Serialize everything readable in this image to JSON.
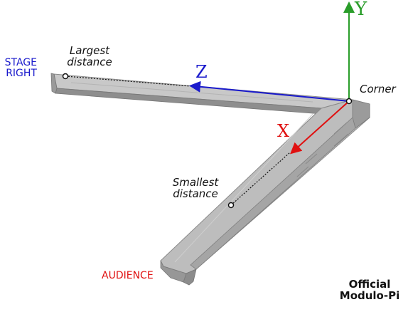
{
  "labels": {
    "axis_y": "Y",
    "axis_z": "Z",
    "axis_x": "X",
    "corner": "Corner",
    "largest": [
      "Largest",
      "distance"
    ],
    "smallest": [
      "Smallest",
      "distance"
    ],
    "stage_right": [
      "STAGE",
      "RIGHT"
    ],
    "audience": "AUDIENCE",
    "branding": [
      "Official",
      "Modulo-Pi"
    ]
  },
  "colors": {
    "axis_y": "#2a9d2a",
    "axis_z": "#1a1acc",
    "axis_x": "#e01010",
    "rail": "#a7a7a7"
  }
}
